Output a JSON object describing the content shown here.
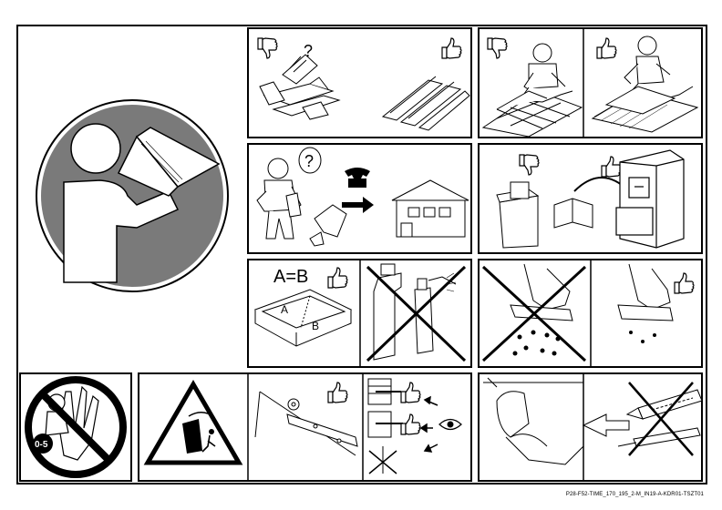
{
  "labels": {
    "equation": "A=B",
    "box_a": "A",
    "box_b": "B",
    "age_range": "0-5",
    "question_mark_1": "?",
    "question_mark_2": "?"
  },
  "footer": {
    "code": "P28-F52-TIME_170_195_2-M_IN19-A-KDR01-TSZT01"
  },
  "icons": [
    "read-manual-icon",
    "thumbs-up-icon",
    "thumbs-down-icon",
    "telephone-icon",
    "warehouse-icon",
    "filing-cabinet-icon",
    "no-chemicals-icon",
    "no-children-icon",
    "tip-over-warning-icon",
    "eye-icon"
  ]
}
